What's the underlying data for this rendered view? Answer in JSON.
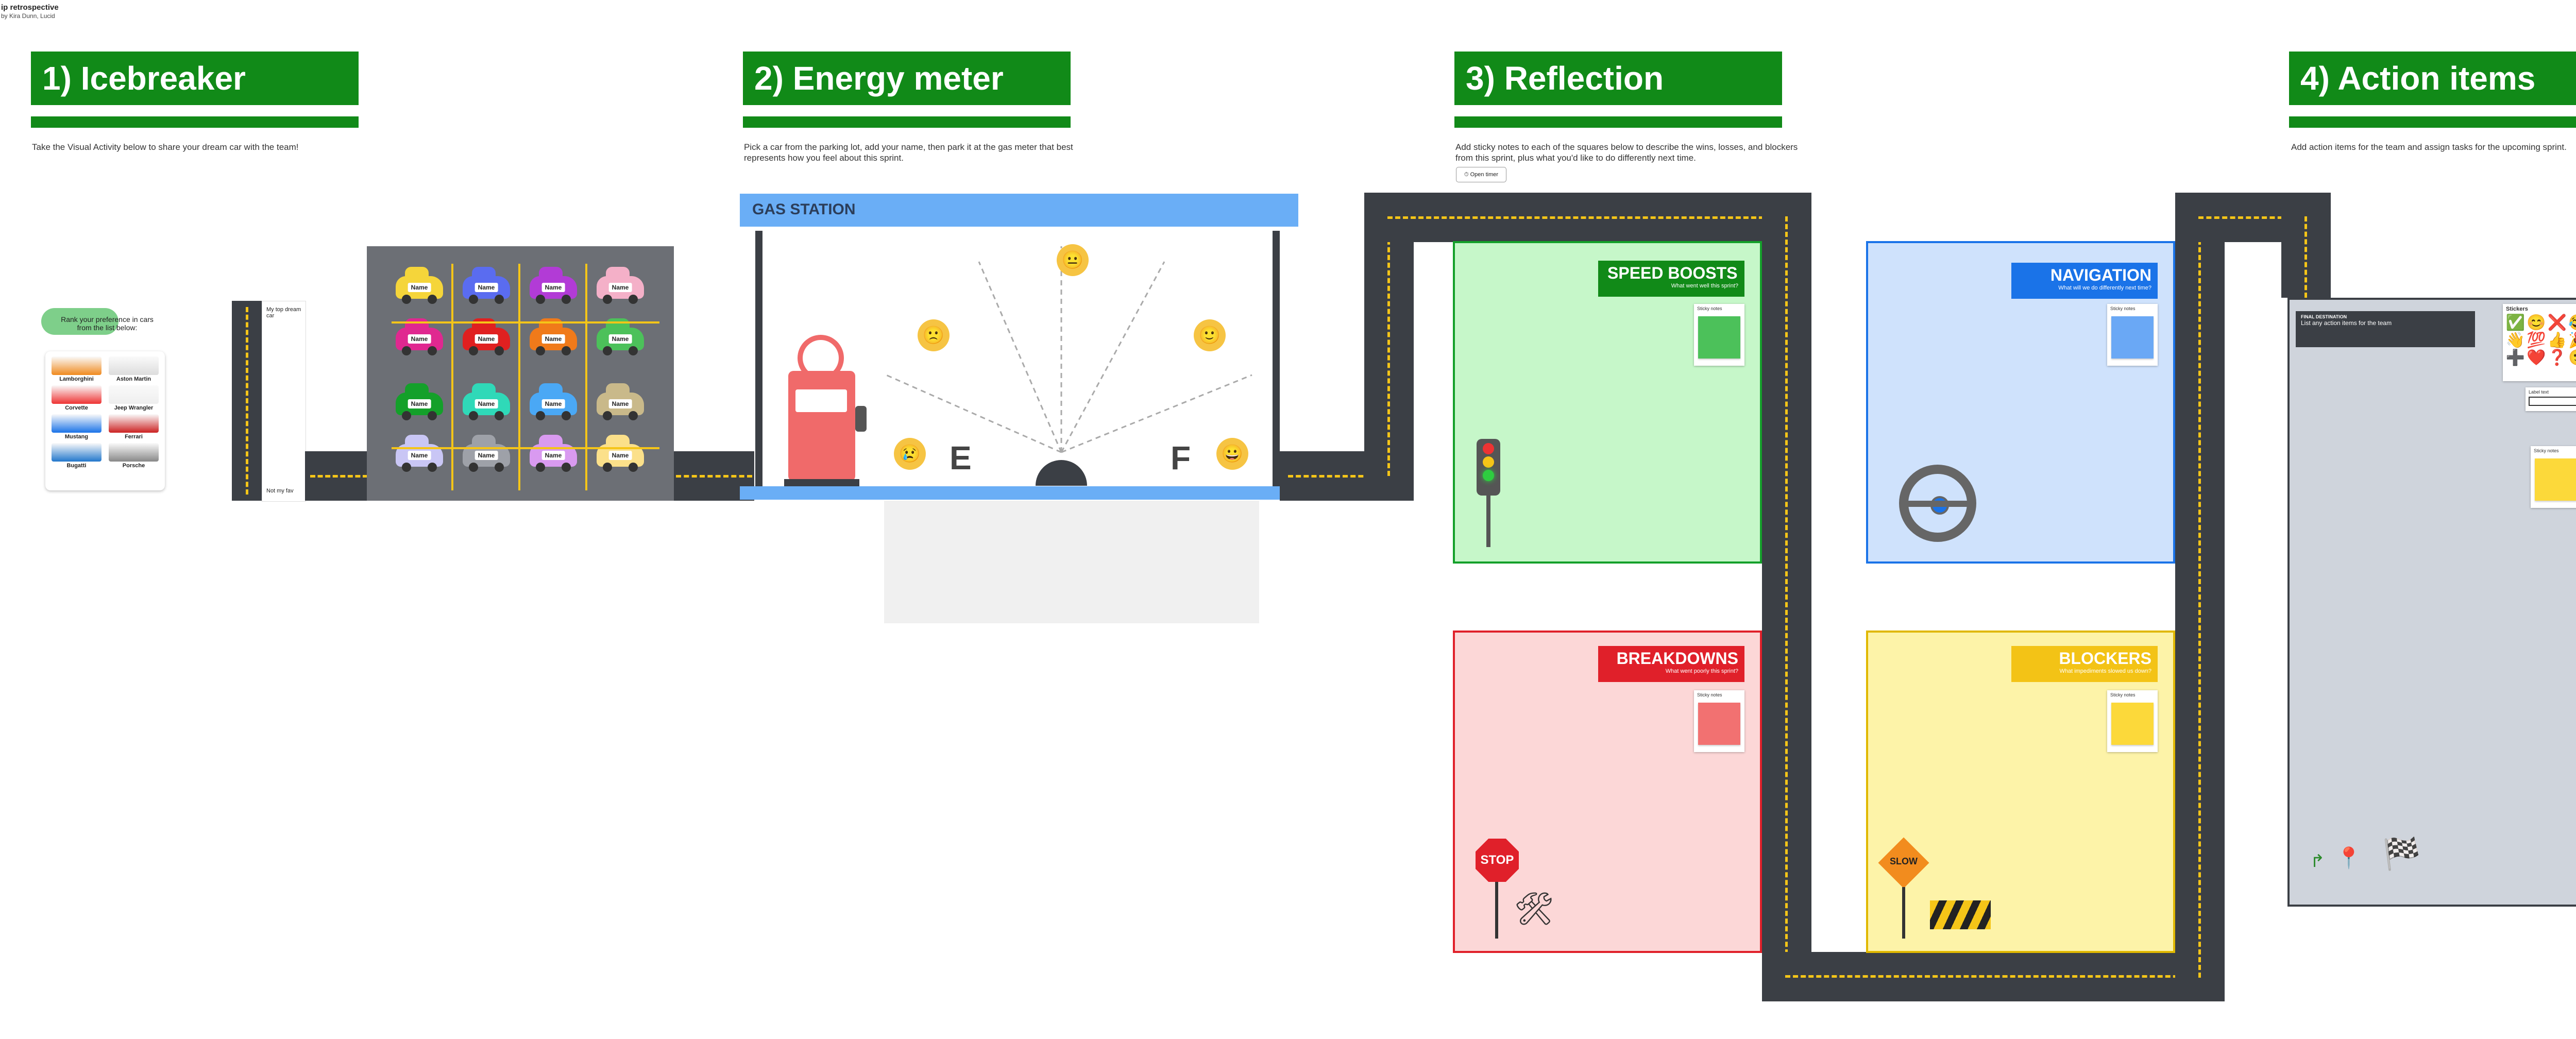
{
  "doc": {
    "title": "ip retrospective",
    "subtitle": "by Kira Dunn, Lucid"
  },
  "sections": {
    "icebreaker": {
      "heading": "1) Icebreaker",
      "description": "Take the Visual Activity below to share your dream car with the team!"
    },
    "energy": {
      "heading": "2) Energy meter",
      "description_line1": "Pick a car from the parking lot, add your name, then park it at the gas meter that best",
      "description_line2": "represents how you feel about this sprint."
    },
    "reflection": {
      "heading": "3) Reflection",
      "description_line1": "Add sticky notes to each of the squares below to describe the wins, losses, and blockers",
      "description_line2": "from this sprint, plus what you'd like to do differently next time.",
      "timer_label": "Open timer"
    },
    "actions": {
      "heading": "4) Action items",
      "description": "Add action items for the team and assign tasks for the upcoming sprint."
    }
  },
  "ranking": {
    "prompt": "Rank your preference in cars from the list below:",
    "cars": [
      "Lamborghini",
      "Aston Martin",
      "Corvette",
      "Jeep Wrangler",
      "Mustang",
      "Ferrari",
      "Bugatti",
      "Porsche"
    ],
    "slot_top": "My top dream car",
    "slot_bottom": "Not my fav"
  },
  "parking_lot": {
    "name_label": "Name"
  },
  "gas_station": {
    "sign": "GAS STATION",
    "empty_label": "E",
    "full_label": "F"
  },
  "zones": {
    "speed_boosts": {
      "title": "SPEED BOOSTS",
      "subtitle": "What went well this sprint?",
      "note_label": "Sticky notes",
      "note_color": "#4cc15a",
      "bg": "#c6f7c9",
      "border": "#14a02a",
      "title_bg": "#118a18"
    },
    "navigation": {
      "title": "NAVIGATION",
      "subtitle": "What will we do differently next time?",
      "note_label": "Sticky notes",
      "note_color": "#6aa8f5",
      "bg": "#cfe2fc",
      "border": "#1a73e8",
      "title_bg": "#1a73e8"
    },
    "breakdowns": {
      "title": "BREAKDOWNS",
      "subtitle": "What went poorly this sprint?",
      "note_label": "Sticky notes",
      "note_color": "#f27171",
      "bg": "#fcd7d7",
      "border": "#e0202a",
      "title_bg": "#e0202a"
    },
    "blockers": {
      "title": "BLOCKERS",
      "subtitle": "What impediments slowed us down?",
      "note_label": "Sticky notes",
      "note_color": "#fcd93a",
      "bg": "#fdf3a8",
      "border": "#e0b800",
      "title_bg": "#f3c316"
    }
  },
  "signs": {
    "stop": "STOP",
    "slow": "SLOW"
  },
  "action_panel": {
    "dest_title": "FINAL DESTINATION",
    "dest_text": "List any action items for the team",
    "stickers_label": "Stickers",
    "stickers": [
      "✅",
      "😊",
      "❌",
      "😂",
      "👋",
      "💯",
      "👍",
      "🎉",
      "➕",
      "❤️",
      "❓",
      "🙂"
    ],
    "input_label": "Label text",
    "note_label": "Sticky notes",
    "note_color": "#fcd93a"
  }
}
